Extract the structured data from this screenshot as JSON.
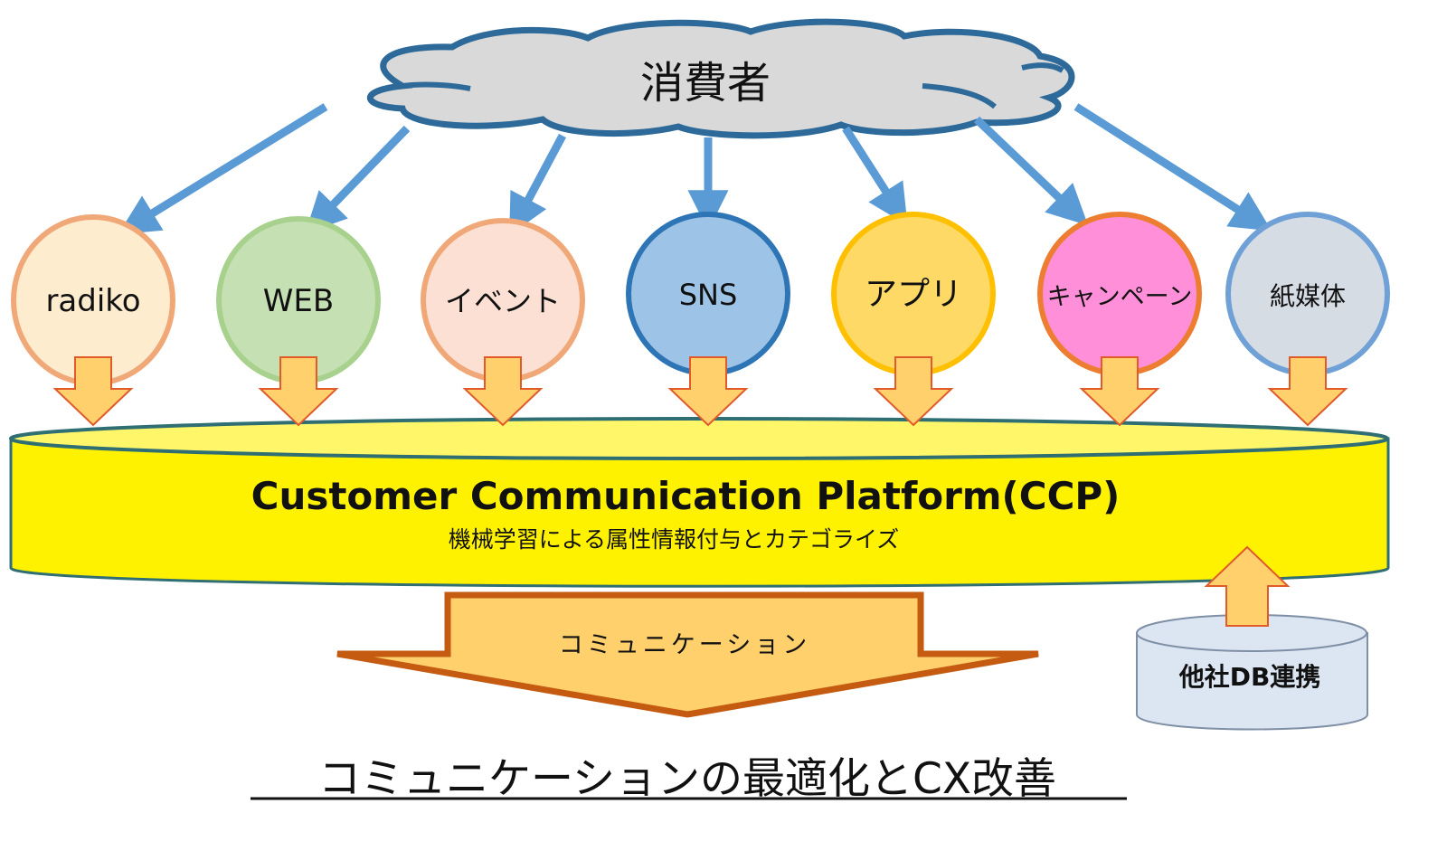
{
  "consumer": {
    "label": "消費者",
    "fill": "#d9d9d9",
    "stroke": "#2e6a99"
  },
  "connector_color": "#5b9bd5",
  "channels": [
    {
      "label": "radiko",
      "fill": "#fdeccd",
      "stroke": "#f0a878"
    },
    {
      "label": "WEB",
      "fill": "#c5e0b3",
      "stroke": "#a9d18e"
    },
    {
      "label": "イベント",
      "fill": "#fbe0d3",
      "stroke": "#f0a878"
    },
    {
      "label": "SNS",
      "fill": "#9dc3e6",
      "stroke": "#2e75b6"
    },
    {
      "label": "アプリ",
      "fill": "#ffd966",
      "stroke": "#ffc000"
    },
    {
      "label": "キャンペーン",
      "fill": "#ff8fd8",
      "stroke": "#ed7d31"
    },
    {
      "label": "紙媒体",
      "fill": "#d6dce4",
      "stroke": "#6fa0d6"
    }
  ],
  "input_arrow": {
    "fill": "#ffd06b",
    "stroke": "#e05a2a"
  },
  "platform": {
    "title": "Customer Communication Platform(CCP)",
    "subtitle": "機械学習による属性情報付与とカテゴライズ",
    "fill": "#fff200",
    "top_fill": "#fff66a",
    "stroke": "#2f6f73"
  },
  "output_arrow": {
    "label": "コミュニケーション",
    "fill": "#ffd06b",
    "stroke": "#c55a11"
  },
  "external_db": {
    "label": "他社DB連携",
    "fill": "#dce6f2",
    "stroke": "#7f8fa6"
  },
  "conclusion": {
    "label": "コミュニケーションの最適化とCX改善"
  }
}
